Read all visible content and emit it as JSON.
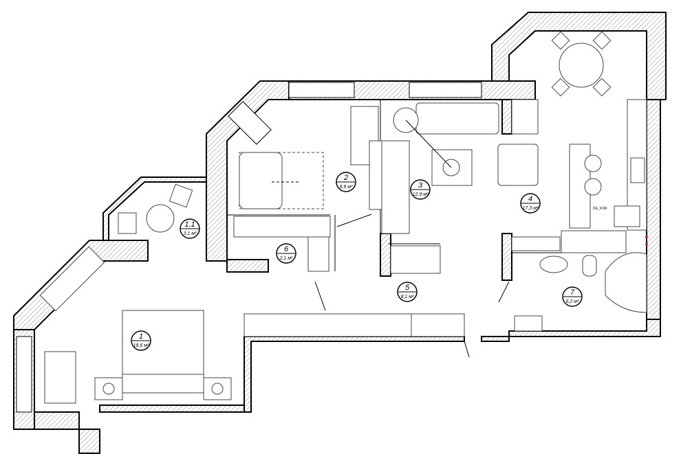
{
  "title": "Apartment floor plan",
  "rooms": [
    {
      "number": "1",
      "area": "18,6 м²"
    },
    {
      "number": "1.1",
      "area": "3,1 м²"
    },
    {
      "number": "2",
      "area": "8,9 м²"
    },
    {
      "number": "3",
      "area": "12,9 м²"
    },
    {
      "number": "4",
      "area": "17,3 м²"
    },
    {
      "number": "5",
      "area": "8,1 м²"
    },
    {
      "number": "6",
      "area": "2,1 м²"
    },
    {
      "number": "7",
      "area": "6,2 м²"
    }
  ],
  "kitchen_note": "DE_FOR",
  "colors": {
    "wall_hatch": "#9a9a9a",
    "line": "#000000",
    "fixture_dots": "#e0202a"
  }
}
